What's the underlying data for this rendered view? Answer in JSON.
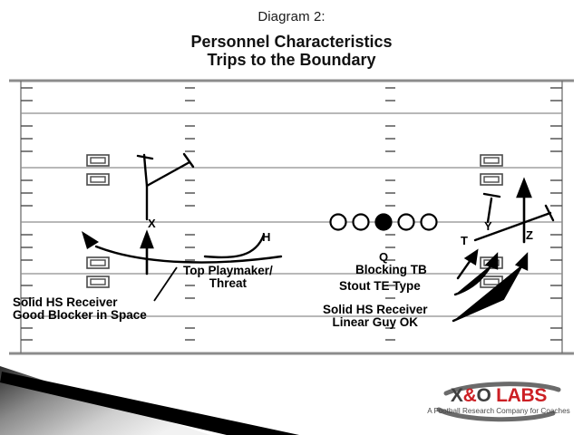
{
  "slide": {
    "heading": "Diagram 2:",
    "title_line1": "Personnel Characteristics",
    "title_line2": "Trips to the Boundary"
  },
  "field": {
    "border_color": "#8c8c8c",
    "yardline_color": "#8e8e8e",
    "hash_color": "#555555",
    "ink_color": "#000000"
  },
  "players": [
    {
      "id": "x",
      "label": "X",
      "name": "receiver-x"
    },
    {
      "id": "h",
      "label": "H",
      "name": "receiver-h"
    },
    {
      "id": "q",
      "label": "Q",
      "name": "quarterback-q"
    },
    {
      "id": "t",
      "label": "T",
      "name": "tailback-t"
    },
    {
      "id": "y",
      "label": "Y",
      "name": "tightend-y"
    },
    {
      "id": "z",
      "label": "Z",
      "name": "receiver-z"
    }
  ],
  "annotations": {
    "x_note_line1": "Solid HS Receiver",
    "x_note_line2": "Good Blocker in Space",
    "h_note_line1": "Top Playmaker/",
    "h_note_line2": "Threat",
    "t_note": "Blocking TB",
    "y_note": "Stout TE Type",
    "z_note_line1": "Solid HS Receiver",
    "z_note_line2": "Linear Guy OK"
  },
  "logo": {
    "xo": "X",
    "amp": "&",
    "o": "O",
    "labs": "LABS",
    "tagline": "A Football Research Company for Coaches",
    "red": "#cc1f24",
    "gray": "#3f3f3f"
  }
}
